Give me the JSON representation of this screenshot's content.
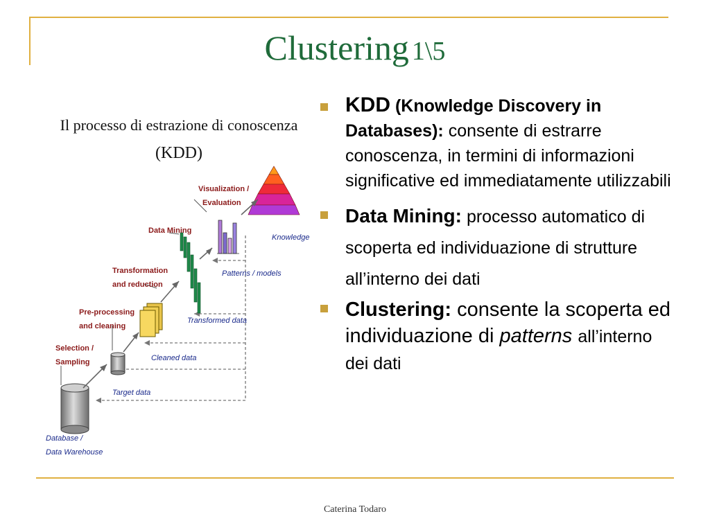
{
  "slide": {
    "title_main": "Clustering",
    "title_page": "1\\5",
    "footer": "Caterina Todaro"
  },
  "figure": {
    "heading_line1": "Il processo di estrazione di conoscenza",
    "heading_line2": "(KDD)",
    "steps": {
      "database_1": "Database /",
      "database_2": "Data Warehouse",
      "selection_1": "Selection /",
      "selection_2": "Sampling",
      "preprocessing_1": "Pre-processing",
      "preprocessing_2": "and cleaning",
      "transformation_1": "Transformation",
      "transformation_2": "and reduction",
      "data_mining": "Data Mining",
      "visualization_1": "Visualization /",
      "visualization_2": "Evaluation",
      "knowledge": "Knowledge"
    },
    "outputs": {
      "target_data": "Target data",
      "cleaned_data": "Cleaned data",
      "transformed_data": "Transformed data",
      "patterns_models": "Patterns / models"
    }
  },
  "bullets": [
    {
      "keyword": "KDD",
      "keyword_detail": "(Knowledge Discovery in Databases):",
      "text": "consente di estrarre conoscenza, in termini di informazioni significative ed immediatamente utilizzabili"
    },
    {
      "keyword": "Data Mining:",
      "text": "processo automatico di scoperta ed individuazione di strutture all’interno dei dati"
    },
    {
      "keyword": "Clustering:",
      "text": "consente la scoperta ed individuazione di",
      "italic": "patterns",
      "tail": "all’interno dei dati"
    }
  ],
  "colors": {
    "accent_gold": "#e0b040",
    "title_green": "#1f6b3a",
    "bullet_square": "#c8a03c",
    "figure_label_red": "#8b1a1a",
    "figure_label_blue": "#1a2a8b"
  }
}
